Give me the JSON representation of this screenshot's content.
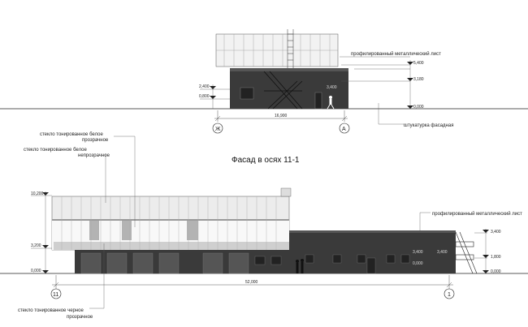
{
  "elevation_1": {
    "axis_left": "Ж",
    "axis_right": "А",
    "width_dim": "16,900",
    "levels_right": [
      "5,400",
      "3,180",
      "0,000"
    ],
    "levels_left": [
      "2,400",
      "0,800"
    ],
    "level_inner": "3,400",
    "note_roof": "профилированный металлический лист",
    "note_plaster": "штукатурка фасадная"
  },
  "title": "Фасад в осях 11-1",
  "elevation_2": {
    "axis_left": "11",
    "axis_right": "1",
    "width_dim": "52,000",
    "levels_left": [
      "10,200",
      "3,200",
      "0,000"
    ],
    "levels_right": [
      "3,400",
      "1,800",
      "0,000"
    ],
    "levels_inner": [
      "3,400",
      "0,000",
      "3,400"
    ],
    "note_glass_white_clear": [
      "стекло тонированное белое",
      "прозрачное"
    ],
    "note_glass_white_opaque": [
      "стекло тонированное белое",
      "непрозрачное"
    ],
    "note_glass_black": [
      "стекло тонированное черное",
      "прозрачное"
    ],
    "note_metal_sheet": "профилированный металлический лист"
  },
  "colors": {
    "dark_cladding": "#3a3a3a",
    "glass_light": "#e6e6e6",
    "glass_grey": "#b3b3b3",
    "line": "#222222"
  }
}
